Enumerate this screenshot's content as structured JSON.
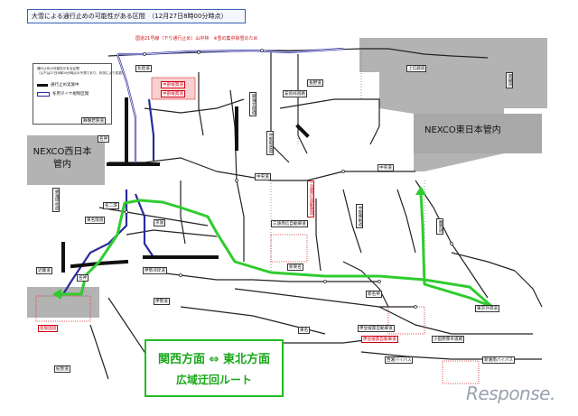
{
  "header": {
    "title": "大雪による通行止めの可能性がある区間　（12月27日8時00分時点）",
    "red_note": "国道21号線（下り通行止め）山中林　※雪の集中除雪のため"
  },
  "legend": {
    "line1": "通行止めの可能性がある区間",
    "line2": "（以下は27日8時00分時点の予測であり、状況により変更）",
    "items": [
      {
        "label": "通行止め実施中"
      },
      {
        "label": "冬用タイヤ規制区間"
      }
    ]
  },
  "regions": {
    "east": "NEXCO東日本管内",
    "west": "NEXCO西日本管内"
  },
  "route_box": {
    "line1": "関西方面 ⇔ 東北方面",
    "line2": "広域迂回ルート"
  },
  "road_labels": {
    "hokuriku": "北陸道",
    "joshinetsu": "上信越道",
    "nagano": "長野道",
    "kanetsu": "関越道",
    "tokai_hokuriku": "東海北陸道",
    "anbo": "安房峠道路",
    "chuo": "中央道",
    "chuo_e": "中央道",
    "meishin": "名神",
    "maizuru": "舞鶴若狭道",
    "meinikan": "名二環",
    "tokaikanjo": "東海環状道",
    "higashimeihan": "東名阪道",
    "isewangan": "伊勢湾岸道",
    "isedo": "伊勢道",
    "shintomei": "新東名",
    "tomei": "東名",
    "ken": "圏央道",
    "tokyogaikan": "東京外環道",
    "kiseito": "紀勢道",
    "odawara": "小田原厚木道路",
    "seisho": "西湘バイパス",
    "shinshonan": "新湘南バイパス",
    "chubu_jukan": "中部縦貫道",
    "naka_shinetsu": "中部横断道",
    "kinsetsu": "近畿道",
    "meishin_w": "名神",
    "keiji": "京滋",
    "shinmeishin": "新名神",
    "mie": "三遠南信自動車道",
    "izu": "伊豆縦貫自動車道"
  },
  "red_labels": {
    "nakashimanagano": "中部縦貫道",
    "gifu": "中部縦貫道",
    "sanen": "三遠南信自動車道",
    "izujukan": "伊豆縦貫自動車道",
    "meihan": "名阪国道"
  },
  "watermark": "Response."
}
